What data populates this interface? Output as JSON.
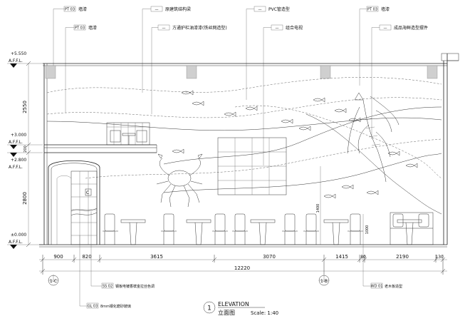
{
  "callouts_top": [
    {
      "code": "PT 03",
      "text": "墙漆"
    },
    {
      "code": "PT 03",
      "text": "墙漆"
    },
    {
      "code": "—",
      "text": "原建筑结构梁"
    },
    {
      "code": "—",
      "text": "方通护栏油漆漆(铁丝网造型)"
    },
    {
      "code": "—",
      "text": "PVC管造型"
    },
    {
      "code": "—",
      "text": "组合电视"
    },
    {
      "code": "PT 03",
      "text": "墙漆"
    },
    {
      "code": "—",
      "text": "成品海鲜造型摆件"
    }
  ],
  "levels": [
    {
      "value": "+5.550",
      "label": "A.F.F.L."
    },
    {
      "value": "+3.000",
      "label": "A.F.F.L."
    },
    {
      "value": "+2.800",
      "label": "A.F.F.L."
    },
    {
      "value": "±0.000",
      "label": "A.F.F.L."
    }
  ],
  "vertical_dims": [
    "2550",
    "200",
    "2800"
  ],
  "inner_dims": [
    "1400",
    "1000"
  ],
  "horizontal_dims": [
    "900",
    "820",
    "3615",
    "3070",
    "1415",
    "80",
    "2190",
    "130"
  ],
  "total_dim": "12220",
  "axes": [
    "1-C",
    "1-B"
  ],
  "callouts_bottom": [
    {
      "code": "SS 02",
      "text": "钢板电镀香槟金拉丝色调"
    },
    {
      "code": "GL 03",
      "text": "8mm钢化磨砂玻璃"
    },
    {
      "code": "WD 01",
      "text": "老木板造型"
    }
  ],
  "title": {
    "number": "1",
    "en": "ELEVATION",
    "cn": "立面图",
    "scale": "Scale: 1:40"
  }
}
